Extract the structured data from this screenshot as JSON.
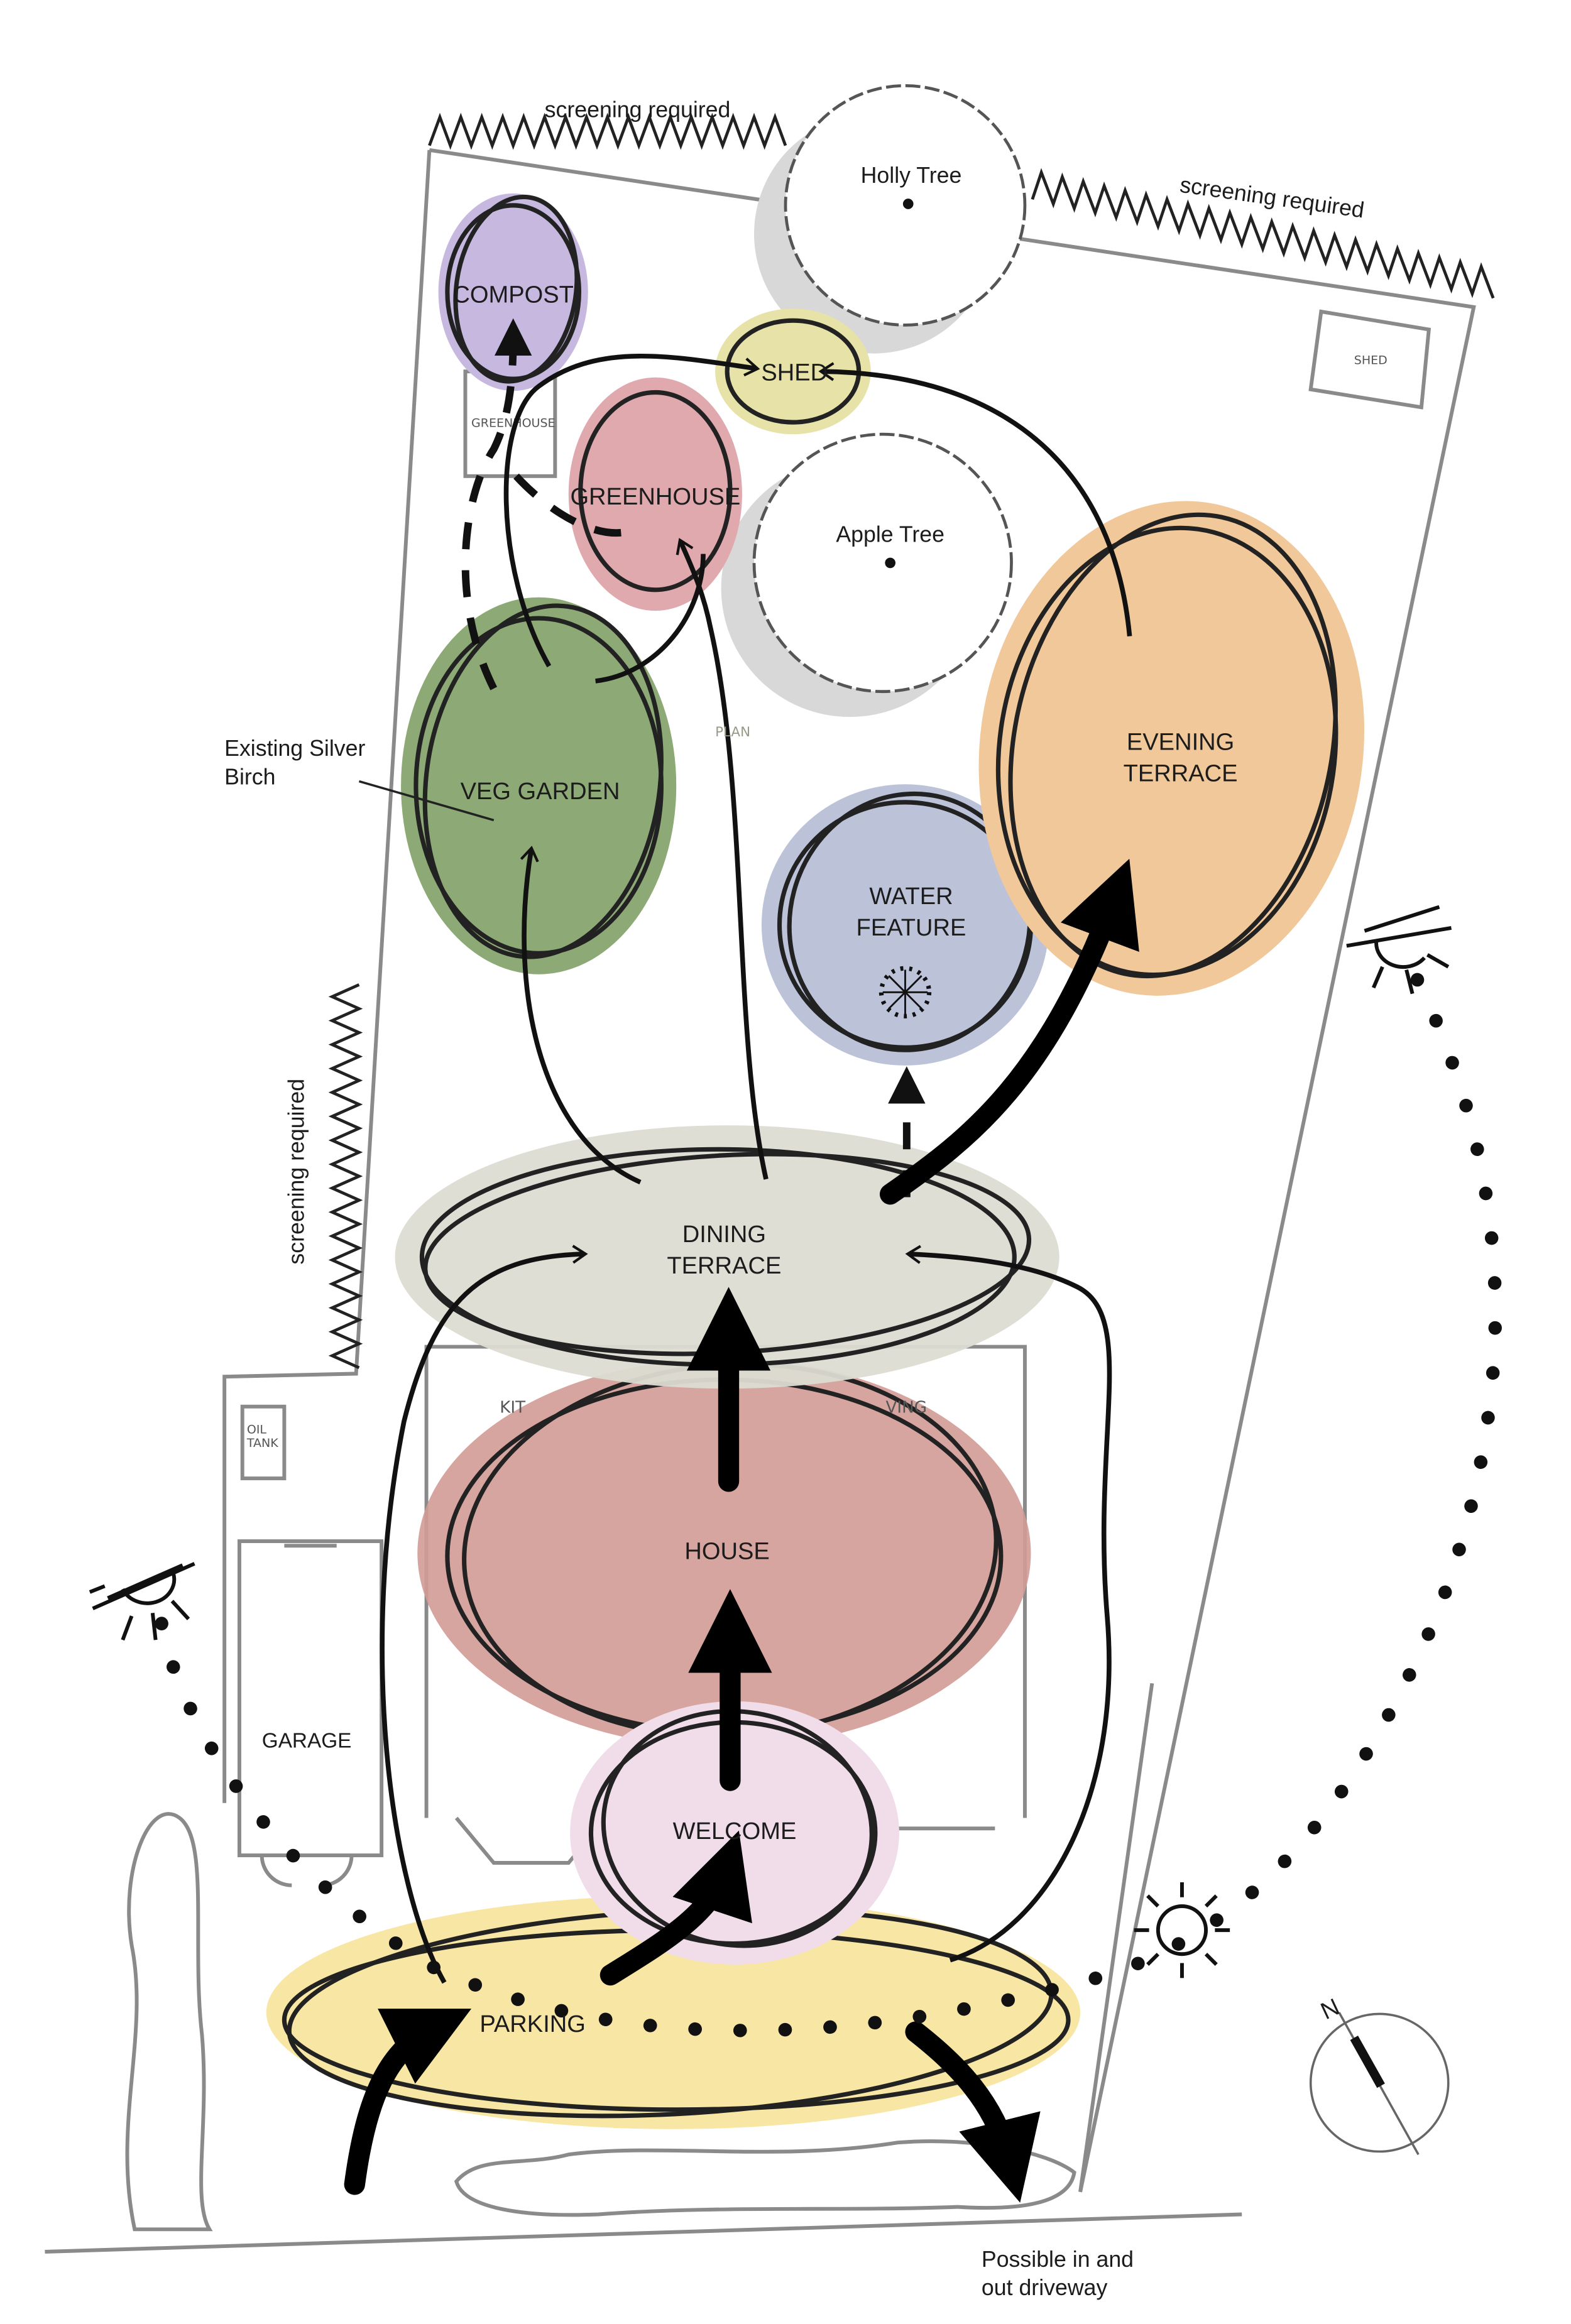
{
  "zones": {
    "compost": "COMPOST",
    "shed": "SHED",
    "greenhouse": "GREENHOUSE",
    "veg_garden": "VEG GARDEN",
    "water_feature_1": "WATER",
    "water_feature_2": "FEATURE",
    "evening_terrace_1": "EVENING",
    "evening_terrace_2": "TERRACE",
    "dining_terrace_1": "DINING",
    "dining_terrace_2": "TERRACE",
    "house": "HOUSE",
    "welcome": "WELCOME",
    "parking": "PARKING"
  },
  "trees": {
    "holly": "Holly Tree",
    "apple": "Apple Tree"
  },
  "notes": {
    "screening_top": "screening required",
    "screening_right": "screening required",
    "screening_left": "screening required",
    "silver_birch_1": "Existing Silver",
    "silver_birch_2": "Birch",
    "driveway_1": "Possible in and",
    "driveway_2": "out driveway",
    "north": "N"
  },
  "plan_labels": {
    "shed_plan": "SHED",
    "greenhouse_plan": "GREENHOUSE",
    "oil_tank_1": "OIL",
    "oil_tank_2": "TANK",
    "garage": "GARAGE",
    "kitchen_partial": "KIT",
    "living_partial": "VING",
    "plan_small": "PLAN"
  },
  "colors": {
    "compost": "#c7b8e0",
    "shed": "#e6e2a8",
    "greenhouse": "#dfa9ae",
    "veg_garden": "#8daa76",
    "water_feature": "#bcc3d9",
    "evening_terrace": "#f1c89a",
    "dining_terrace": "#dcdcd2",
    "house": "#d39b96",
    "welcome": "#f1dcea",
    "parking": "#f8e6a4"
  }
}
